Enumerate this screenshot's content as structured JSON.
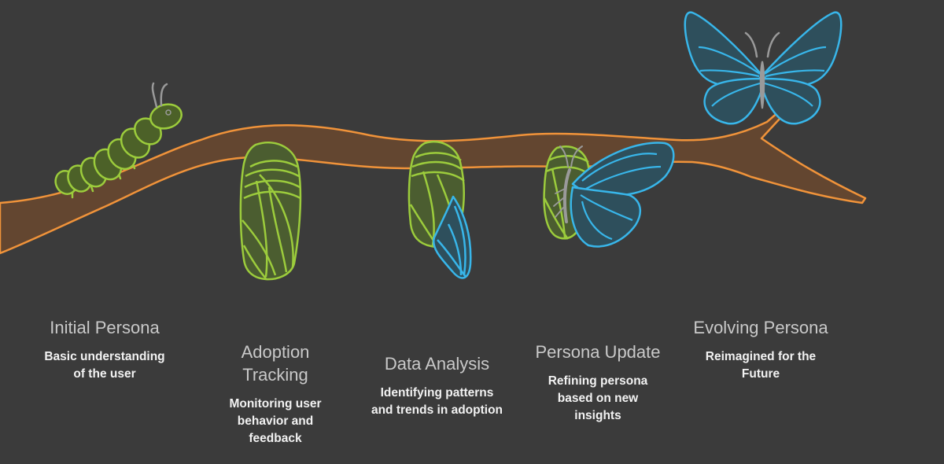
{
  "colors": {
    "background": "#3b3b3b",
    "branch_fill": "#634630",
    "branch_outline": "#f0933a",
    "larva_green": "#9ccc3c",
    "pupa_green_fill": "#4b5d30",
    "wing_blue": "#38b6ea",
    "wing_fill": "#2e4f5c",
    "antenna_gray": "#9a9a9a",
    "title_text": "#c9c9c9",
    "desc_text": "#f2f2f2"
  },
  "stages": [
    {
      "icon": "caterpillar-icon",
      "title": "Initial Persona",
      "description": "Basic understanding of the user"
    },
    {
      "icon": "chrysalis-icon",
      "title": "Adoption Tracking",
      "description": "Monitoring user behavior and feedback"
    },
    {
      "icon": "chrysalis-with-wing-icon",
      "title": "Data Analysis",
      "description": "Identifying patterns and trends in adoption"
    },
    {
      "icon": "emerging-butterfly-icon",
      "title": "Persona Update",
      "description": "Refining persona based on new insights"
    },
    {
      "icon": "butterfly-icon",
      "title": "Evolving Persona",
      "description": "Reimagined for the Future"
    }
  ]
}
